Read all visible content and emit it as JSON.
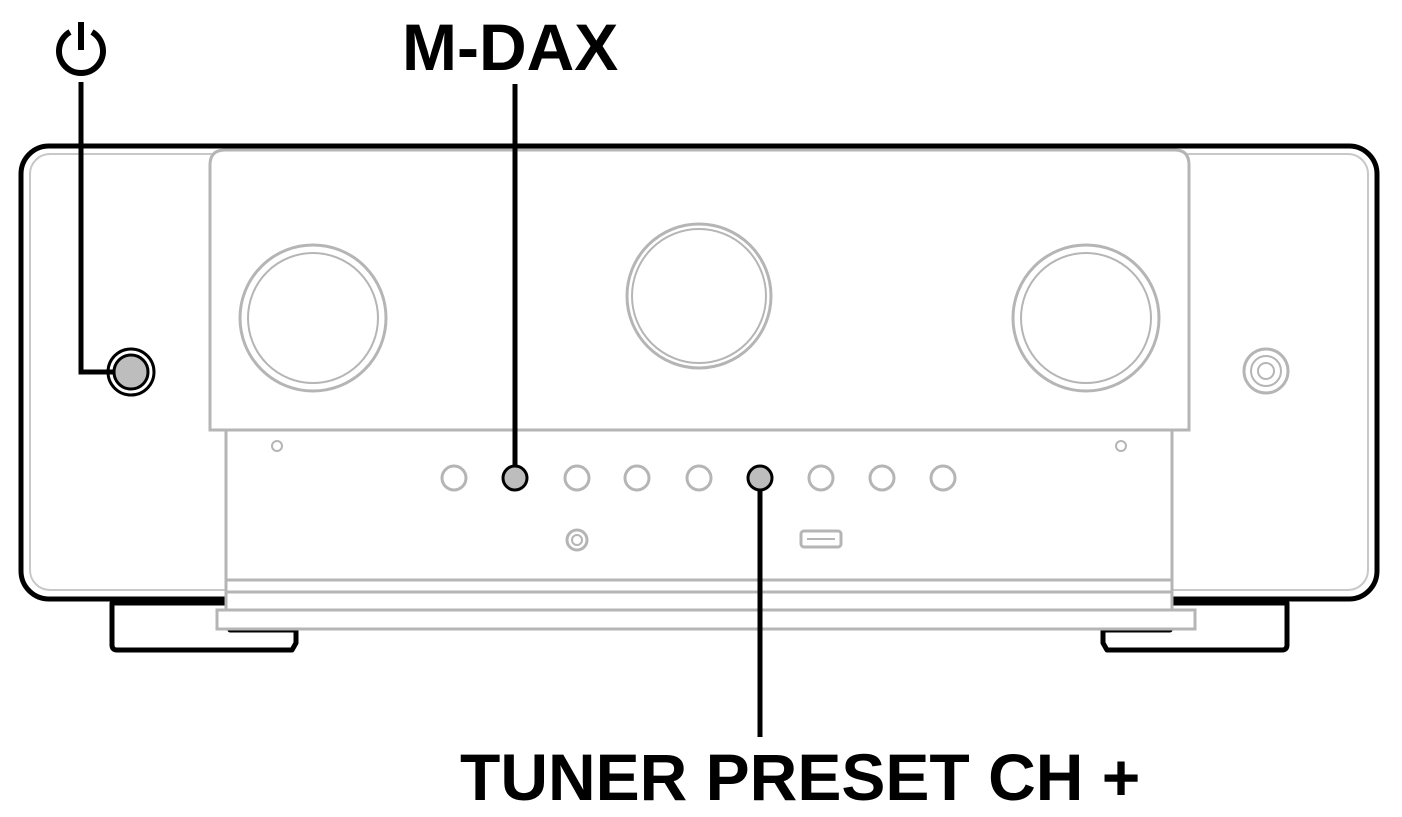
{
  "callouts": {
    "power": "power-symbol",
    "m_dax": "M-DAX",
    "tuner_preset": "TUNER PRESET CH +"
  },
  "colors": {
    "outline": "#000000",
    "panel_line": "#b5b5b5",
    "highlight_fill": "#bdbdbd",
    "background": "#ffffff"
  },
  "front_panel": {
    "knobs": [
      "input-selector-knob",
      "display-window-knob",
      "volume-knob"
    ],
    "button_count": 9,
    "highlighted_buttons": [
      "m-dax-button",
      "tuner-preset-ch-plus-button"
    ]
  }
}
